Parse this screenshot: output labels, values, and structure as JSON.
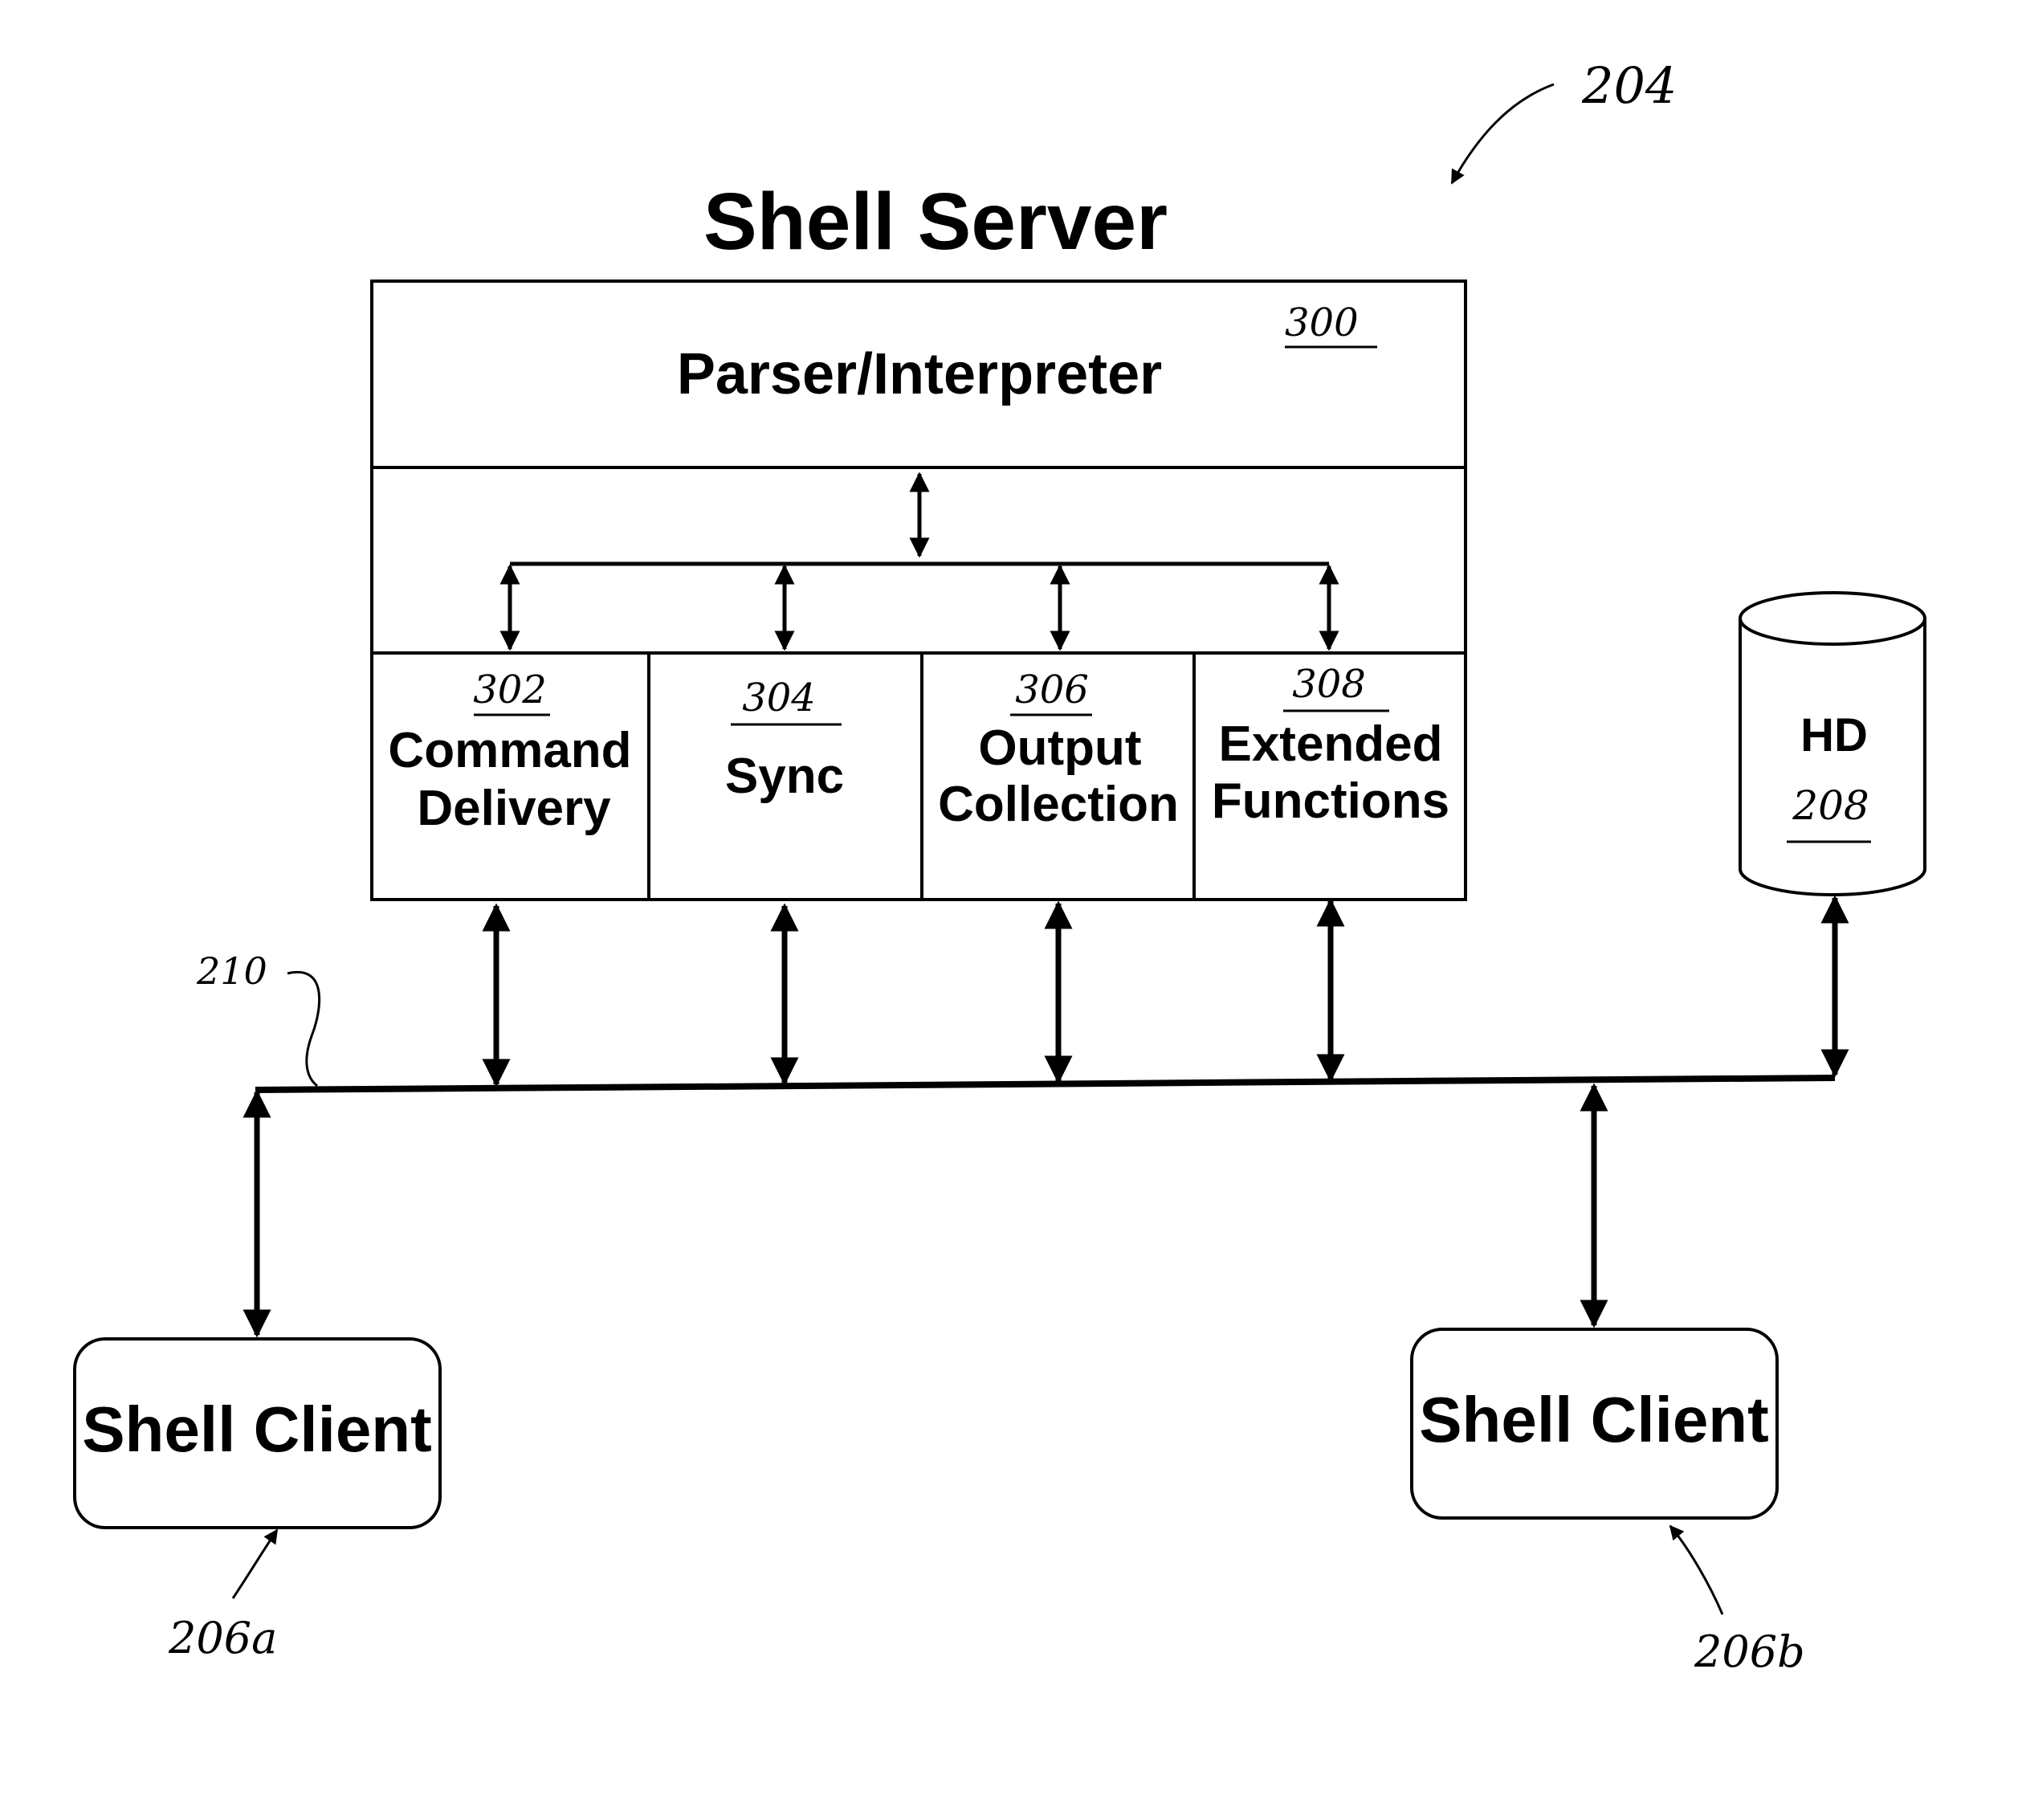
{
  "diagram": {
    "figure_ref": "204",
    "title": "Shell Server",
    "parser": {
      "label": "Parser/Interpreter",
      "ref": "300"
    },
    "modules": [
      {
        "ref": "302",
        "lines": [
          "Command",
          "Delivery"
        ]
      },
      {
        "ref": "304",
        "lines": [
          "Sync"
        ]
      },
      {
        "ref": "306",
        "lines": [
          "Output",
          "Collection"
        ]
      },
      {
        "ref": "308",
        "lines": [
          "Extended",
          "Functions"
        ]
      }
    ],
    "hd": {
      "label": "HD",
      "ref": "208"
    },
    "bus": {
      "ref": "210"
    },
    "clients": [
      {
        "label": "Shell Client",
        "ref": "206a"
      },
      {
        "label": "Shell Client",
        "ref": "206b"
      }
    ]
  }
}
